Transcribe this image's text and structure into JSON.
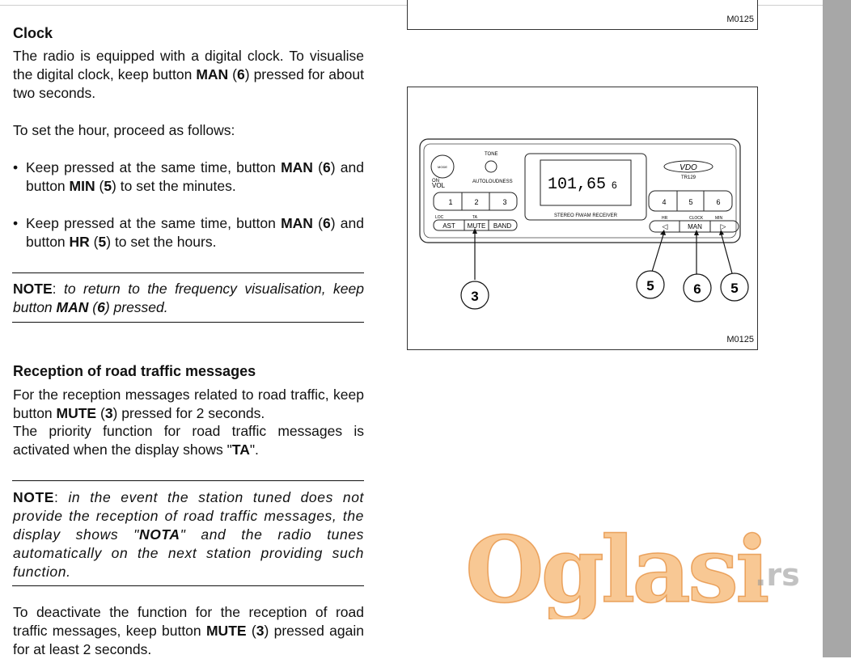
{
  "clock": {
    "title": "Clock",
    "p1_a": "The radio is equipped with a digital clock. To visualise the digital clock, keep button ",
    "p1_b": "MAN",
    "p1_c": " (",
    "p1_d": "6",
    "p1_e": ") pressed for about two seconds.",
    "p2": "To set the hour, proceed as follows:",
    "bullet1_a": "Keep pressed at the same time, button ",
    "bullet1_b": "MAN",
    "bullet1_c": " (",
    "bullet1_d": "6",
    "bullet1_e": ") and button ",
    "bullet1_f": "MIN",
    "bullet1_g": " (",
    "bullet1_h": "5",
    "bullet1_i": ") to set the minutes.",
    "bullet2_a": "Keep pressed at the same time, button ",
    "bullet2_b": "MAN",
    "bullet2_c": " (",
    "bullet2_d": "6",
    "bullet2_e": ") and button ",
    "bullet2_f": "HR",
    "bullet2_g": " (",
    "bullet2_h": "5",
    "bullet2_i": ") to set the hours.",
    "note_label": "NOTE",
    "note_colon": ": ",
    "note_a": "to return to the frequency visualisation, keep button ",
    "note_b": "MAN",
    "note_c": " (",
    "note_d": "6",
    "note_e": ") pressed."
  },
  "traffic": {
    "title": "Reception of road traffic messages",
    "p1_a": "For the reception messages related to road traffic, keep button ",
    "p1_b": "MUTE",
    "p1_c": " (",
    "p1_d": "3",
    "p1_e": ") pressed for 2 seconds.",
    "p2_a": "The priority function for road traffic messages is activated when the display shows \"",
    "p2_b": "TA",
    "p2_c": "\".",
    "note_label": "NOTE",
    "note_colon": ": ",
    "note_a": "in the event the station tuned does not provide the reception of road traffic messages, the display shows \"",
    "note_b": "NOTA",
    "note_c": "\" and the radio tunes automatically on the next station providing such function.",
    "p3_a": "To deactivate the function for the reception of road traffic messages, keep button ",
    "p3_b": "MUTE",
    "p3_c": " (",
    "p3_d": "3",
    "p3_e": ") pressed again for at least 2 seconds."
  },
  "figure_top": {
    "code": "M0125"
  },
  "figure": {
    "code": "M0125",
    "brand": "VDO",
    "model": "TR129",
    "display_freq": "101,65",
    "display_preset": "6",
    "receiver_label": "STEREO FM/AM RECEIVER",
    "tone_label": "TONE",
    "autoloudness_label": "AUTOLOUDNESS",
    "on_label": "ON",
    "vol_label": "VOL",
    "knob_label": "MODE",
    "presets_left": [
      "1",
      "2",
      "3"
    ],
    "presets_right": [
      "4",
      "5",
      "6"
    ],
    "loc_label": "LOC",
    "ta_label": "TA",
    "buttons_left": [
      "AST",
      "MUTE",
      "BAND"
    ],
    "hr_label": "HR",
    "clock_label": "CLOCK",
    "min_label": "MIN",
    "buttons_right": [
      "◁",
      "MAN",
      "▷"
    ],
    "callouts": [
      "3",
      "5",
      "6",
      "5"
    ]
  },
  "watermark": {
    "main": "Oglasi",
    "suffix": ".rs"
  },
  "colors": {
    "logo_orange": "#f39a3d",
    "scrollbar": "#a7a7a7"
  }
}
